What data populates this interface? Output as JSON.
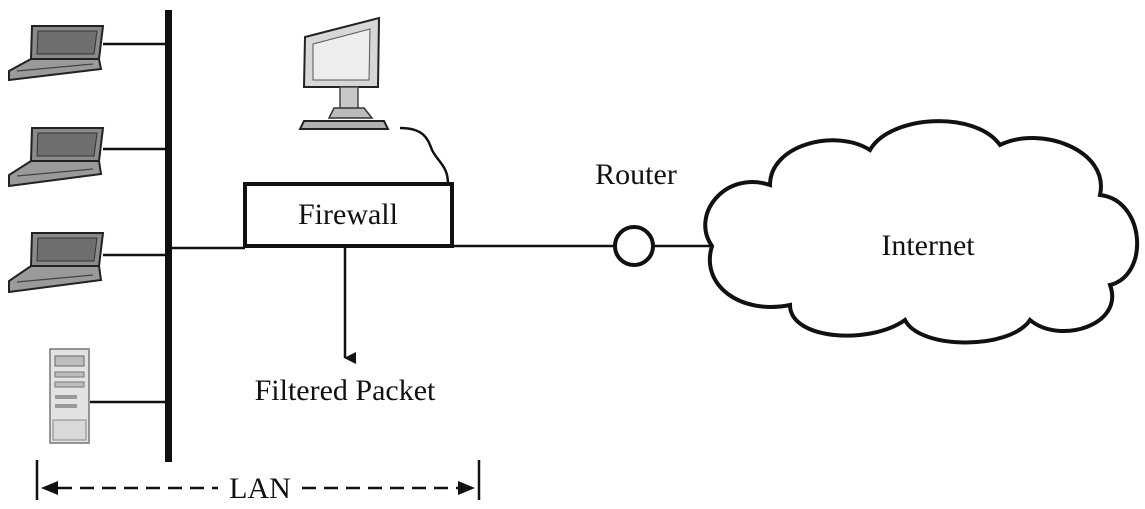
{
  "diagram": {
    "firewall_label": "Firewall",
    "router_label": "Router",
    "internet_label": "Internet",
    "filtered_packet_label": "Filtered Packet",
    "lan_label": "LAN"
  },
  "devices": {
    "laptops": [
      "laptop-1",
      "laptop-2",
      "laptop-3"
    ],
    "server": "server-tower",
    "monitor": "admin-monitor"
  },
  "colors": {
    "stroke": "#111111",
    "device_fill": "#8a8a8a",
    "device_light": "#d4d4d4",
    "background": "#ffffff"
  }
}
